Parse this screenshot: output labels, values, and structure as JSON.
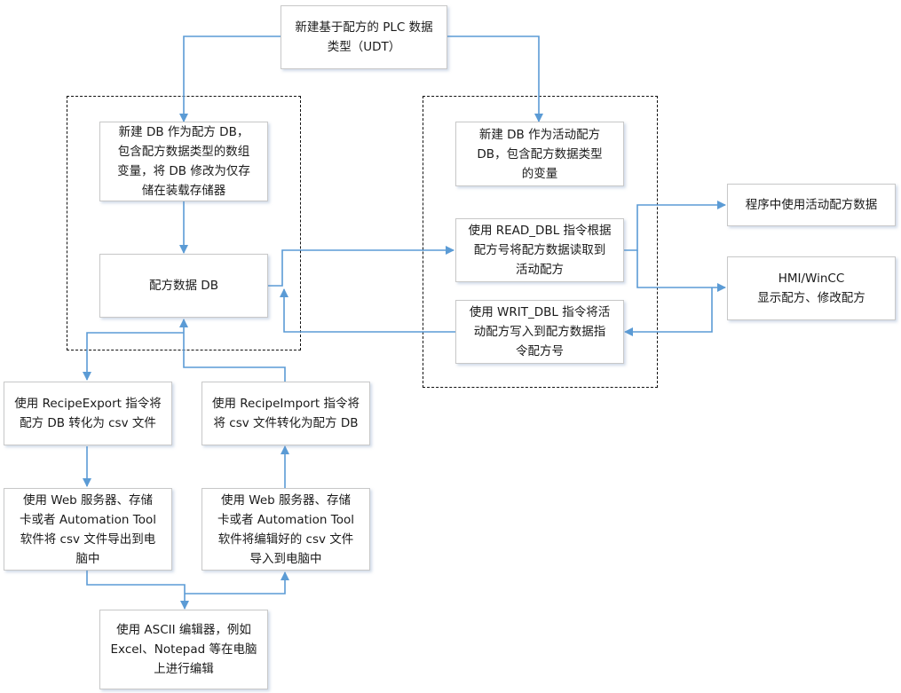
{
  "diagram": {
    "type": "flowchart",
    "colors": {
      "connector": "#5b9bd5",
      "node_border": "#c8c8c8",
      "group_border": "#111111",
      "text": "#1a1a1a"
    },
    "nodes": {
      "udt": "新建基于配方的 PLC 数据\n类型（UDT）",
      "recipe_db_create": "新建 DB 作为配方 DB，\n包含配方数据类型的数组\n变量，将 DB 修改为仅存\n储在装载存储器",
      "recipe_db": "配方数据 DB",
      "active_db_create": "新建 DB 作为活动配方\nDB，包含配方数据类型\n的变量",
      "read_dbl": "使用 READ_DBL 指令根据\n配方号将配方数据读取到\n活动配方",
      "writ_dbl": "使用 WRIT_DBL 指令将活\n动配方写入到配方数据指\n令配方号",
      "program_use": "程序中使用活动配方数据",
      "hmi": "HMI/WinCC\n显示配方、修改配方",
      "recipe_export": "使用 RecipeExport 指令将\n配方 DB 转化为 csv 文件",
      "recipe_import": "使用 RecipeImport 指令将\n将 csv 文件转化为配方 DB",
      "export_pc": "使用 Web 服务器、存储\n卡或者 Automation Tool\n软件将 csv 文件导出到电\n脑中",
      "import_pc": "使用 Web 服务器、存储\n卡或者 Automation Tool\n软件将编辑好的 csv 文件\n导入到电脑中",
      "ascii_edit": "使用 ASCII 编辑器，例如\nExcel、Notepad 等在电脑\n上进行编辑"
    },
    "edges": [
      {
        "from": "udt",
        "to": "recipe_db_create"
      },
      {
        "from": "udt",
        "to": "active_db_create"
      },
      {
        "from": "recipe_db_create",
        "to": "recipe_db"
      },
      {
        "from": "recipe_db",
        "to": "read_dbl"
      },
      {
        "from": "writ_dbl",
        "to": "recipe_db"
      },
      {
        "from": "read_dbl",
        "to": "program_use"
      },
      {
        "from": "read_dbl",
        "to": "hmi"
      },
      {
        "from": "hmi",
        "to": "writ_dbl"
      },
      {
        "from": "recipe_db",
        "to": "recipe_export"
      },
      {
        "from": "recipe_import",
        "to": "recipe_db"
      },
      {
        "from": "recipe_export",
        "to": "export_pc"
      },
      {
        "from": "export_pc",
        "to": "ascii_edit"
      },
      {
        "from": "ascii_edit",
        "to": "import_pc"
      },
      {
        "from": "import_pc",
        "to": "recipe_import"
      }
    ]
  }
}
